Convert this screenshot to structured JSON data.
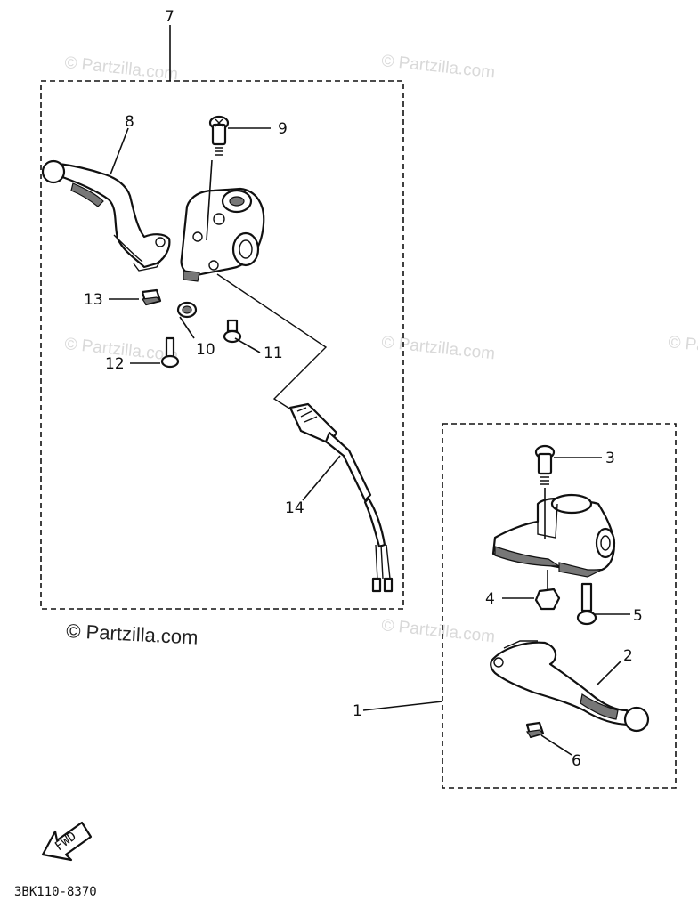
{
  "watermarks": [
    "© Partzilla.com",
    "© Partzilla.com",
    "© Partzilla.com",
    "© Partzilla.com",
    "© Partzilla.com",
    "© Partzilla.com"
  ],
  "copyright": "© Partzilla.com",
  "fwd_label": "FWD",
  "diagram_code": "3BK110-8370",
  "callouts": {
    "c1": "1",
    "c2": "2",
    "c3": "3",
    "c4": "4",
    "c5": "5",
    "c6": "6",
    "c7": "7",
    "c8": "8",
    "c9": "9",
    "c10": "10",
    "c11": "11",
    "c12": "12",
    "c13": "13",
    "c14": "14"
  }
}
